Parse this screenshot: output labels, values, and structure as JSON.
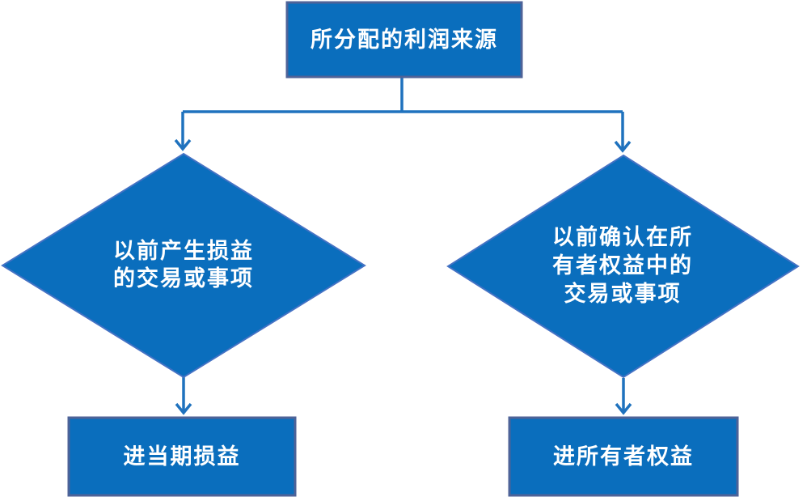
{
  "diagram": {
    "type": "flowchart",
    "nodes": {
      "source": {
        "shape": "rectangle",
        "lines": [
          "所分配的利润来源"
        ]
      },
      "left_decision": {
        "shape": "diamond",
        "lines": [
          "以前产生损益",
          "的交易或事项"
        ]
      },
      "right_decision": {
        "shape": "diamond",
        "lines": [
          "以前确认在所",
          "有者权益中的",
          "交易或事项"
        ]
      },
      "left_result": {
        "shape": "rectangle",
        "lines": [
          "进当期损益"
        ]
      },
      "right_result": {
        "shape": "rectangle",
        "lines": [
          "进所有者权益"
        ]
      }
    },
    "edges": [
      {
        "from": "source",
        "to": "left_decision"
      },
      {
        "from": "source",
        "to": "right_decision"
      },
      {
        "from": "left_decision",
        "to": "left_result"
      },
      {
        "from": "right_decision",
        "to": "right_result"
      }
    ]
  },
  "colors": {
    "background": "#ffffff",
    "shape_fill": "#0a6ebd",
    "rect_border": "#4e6398",
    "diamond_border": "#4472c4",
    "connector": "#1f72be",
    "text_color": "#ffffff"
  }
}
